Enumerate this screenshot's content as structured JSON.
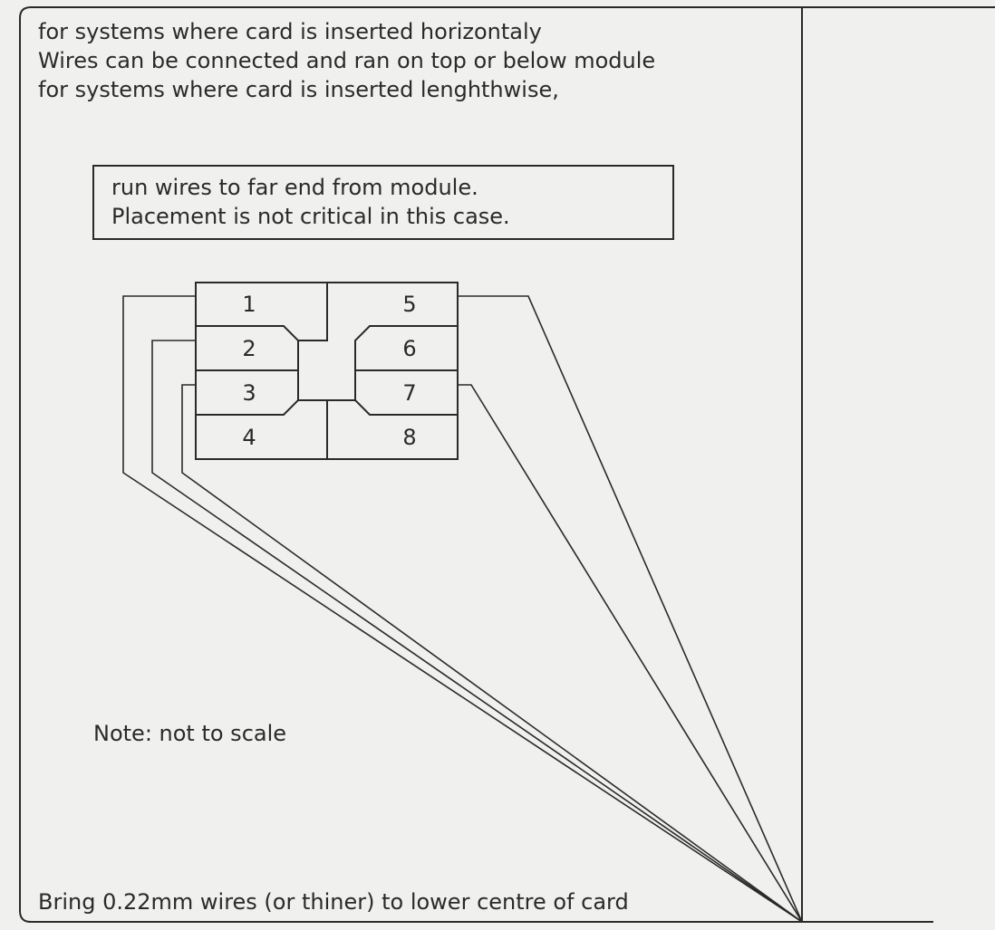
{
  "header_lines": [
    "for systems where card is inserted horizontaly",
    "Wires can be connected and ran on top or below module",
    "for systems where card is inserted lenghthwise,"
  ],
  "box_lines": [
    "run wires to far end from module.",
    "Placement is not critical in this case."
  ],
  "pins": [
    "1",
    "2",
    "3",
    "4",
    "5",
    "6",
    "7",
    "8"
  ],
  "note": "Note: not to scale",
  "footer": "Bring 0.22mm wires (or thiner) to lower centre of card",
  "colors": {
    "line": "#2a2a2a",
    "paper": "#f0f0ee"
  }
}
